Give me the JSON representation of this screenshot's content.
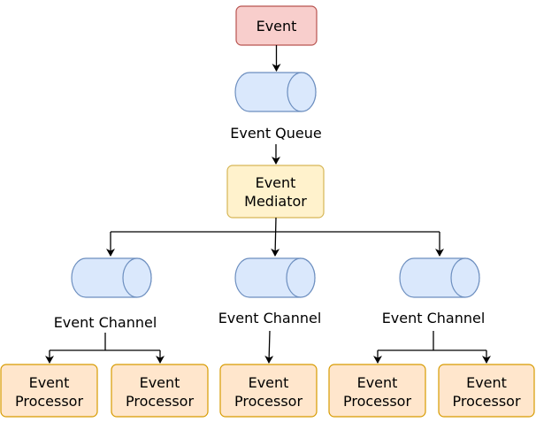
{
  "nodes": {
    "event": "Event",
    "event_queue": "Event Queue",
    "mediator_line1": "Event",
    "mediator_line2": "Mediator",
    "channel_label": "Event Channel",
    "processor_line1": "Event",
    "processor_line2": "Processor"
  },
  "colors": {
    "event_fill": "#f8cecc",
    "event_stroke": "#b85450",
    "mediator_fill": "#fff2cc",
    "mediator_stroke": "#d6b656",
    "processor_fill": "#ffe6cc",
    "processor_stroke": "#d79b00",
    "queue_fill": "#dae8fc",
    "queue_stroke": "#6c8ebf",
    "edge": "#000000"
  }
}
